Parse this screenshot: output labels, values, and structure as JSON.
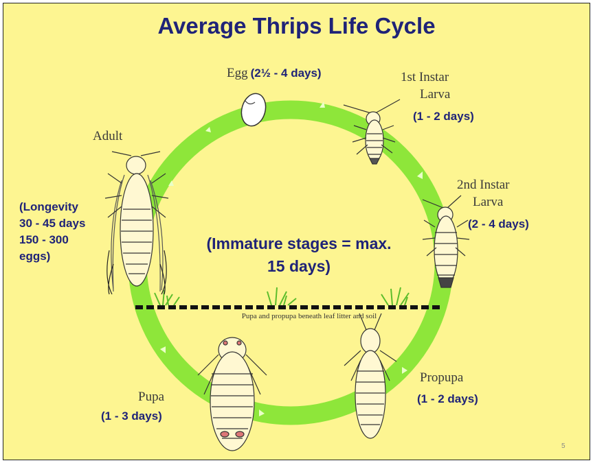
{
  "slide": {
    "title": "Average Thrips Life Cycle",
    "center_note_line1": "(Immature stages = max.",
    "center_note_line2": "15 days)",
    "soil_caption": "Pupa and propupa beneath leaf litter and soil",
    "page_number": "5"
  },
  "stages": {
    "egg": {
      "name": "Egg",
      "duration": "(2½ - 4 days)"
    },
    "first_instar": {
      "name_line1": "1st Instar",
      "name_line2": "Larva",
      "duration": "(1 - 2 days)"
    },
    "second_instar": {
      "name_line1": "2nd Instar",
      "name_line2": "Larva",
      "duration": "(2 - 4 days)"
    },
    "propupa": {
      "name": "Propupa",
      "duration": "(1 - 2 days)"
    },
    "pupa": {
      "name": "Pupa",
      "duration": "(1 - 3 days)"
    },
    "adult": {
      "name": "Adult",
      "note_line1": "(Longevity",
      "note_line2": "30 - 45 days",
      "note_line3": "150 - 300",
      "note_line4": "eggs)"
    }
  },
  "colors": {
    "background": "#fdf591",
    "cycle_ring": "#8ee63a",
    "title_text": "#1f2378",
    "soil_line": "#111111"
  }
}
